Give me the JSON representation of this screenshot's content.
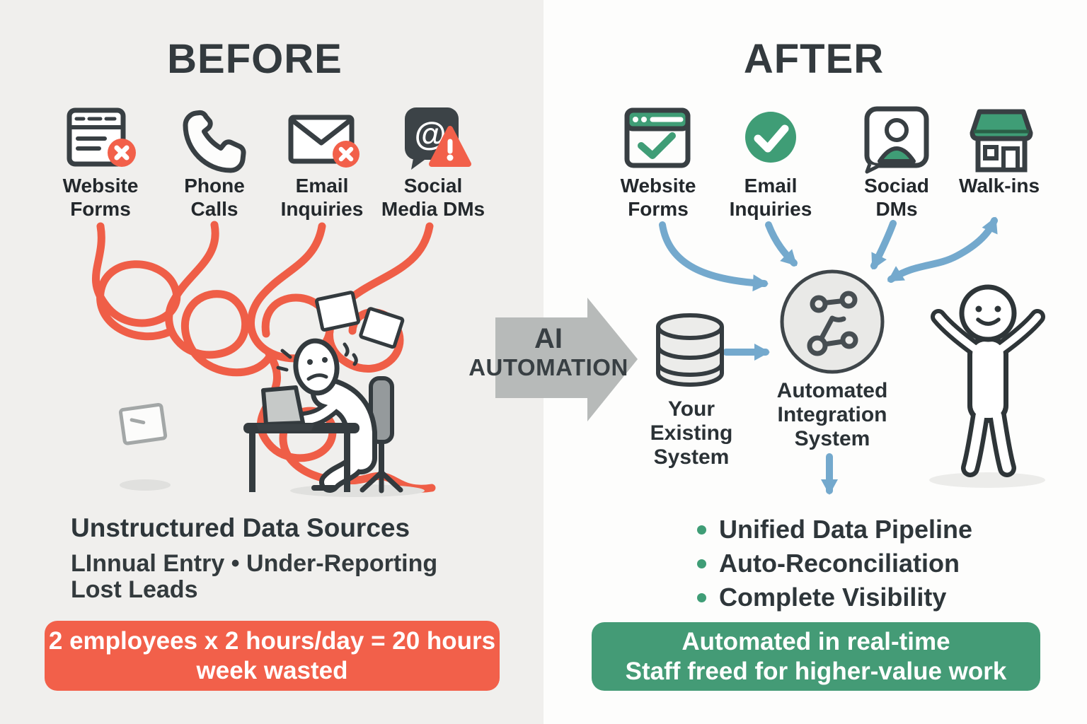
{
  "colors": {
    "panel_left_bg": "#f0efed",
    "panel_right_bg": "#fdfdfc",
    "accent_red": "#f2604a",
    "accent_green": "#3f9d76",
    "banner_green": "#449b76",
    "accent_blue": "#74a9cd",
    "arrow_gray": "#b7bab9",
    "ink": "#333a3e"
  },
  "before": {
    "title": "BEFORE",
    "sources": [
      {
        "icon": "website-form-error-icon",
        "label_lines": [
          "Website",
          "Forms"
        ]
      },
      {
        "icon": "phone-icon",
        "label_lines": [
          "Phone",
          "Calls"
        ]
      },
      {
        "icon": "email-error-icon",
        "label_lines": [
          "Email",
          "Inquiries"
        ]
      },
      {
        "icon": "social-media-warning-icon",
        "label_lines": [
          "Social",
          "Media DMs"
        ]
      }
    ],
    "caption": {
      "title": "Unstructured Data Sources",
      "line2": "LInnual Entry • Under-Reporting",
      "line3": "Lost Leads"
    },
    "banner": {
      "lines": [
        "2 employees x 2 hours/day = 20 hours",
        "week wasted"
      ]
    }
  },
  "transition": {
    "arrow_label_lines": [
      "AI",
      "AUTOMATION"
    ]
  },
  "after": {
    "title": "AFTER",
    "sources": [
      {
        "icon": "website-form-check-icon",
        "label_lines": [
          "Website",
          "Forms"
        ]
      },
      {
        "icon": "check-circle-icon",
        "label_lines": [
          "Email",
          "Inquiries"
        ]
      },
      {
        "icon": "social-dm-person-icon",
        "label_lines": [
          "Sociad",
          "DMs"
        ]
      },
      {
        "icon": "storefront-icon",
        "label_lines": [
          "Walk-ins"
        ]
      }
    ],
    "existing_system": {
      "lines": [
        "Your",
        "Existing",
        "System"
      ]
    },
    "integration": {
      "lines": [
        "Automated",
        "Integration",
        "System"
      ]
    },
    "benefits": [
      "Unified Data Pipeline",
      "Auto-Reconciliation",
      "Complete Visibility"
    ],
    "banner": {
      "lines": [
        "Automated in real-time",
        "Staff freed for higher-value work"
      ]
    }
  }
}
